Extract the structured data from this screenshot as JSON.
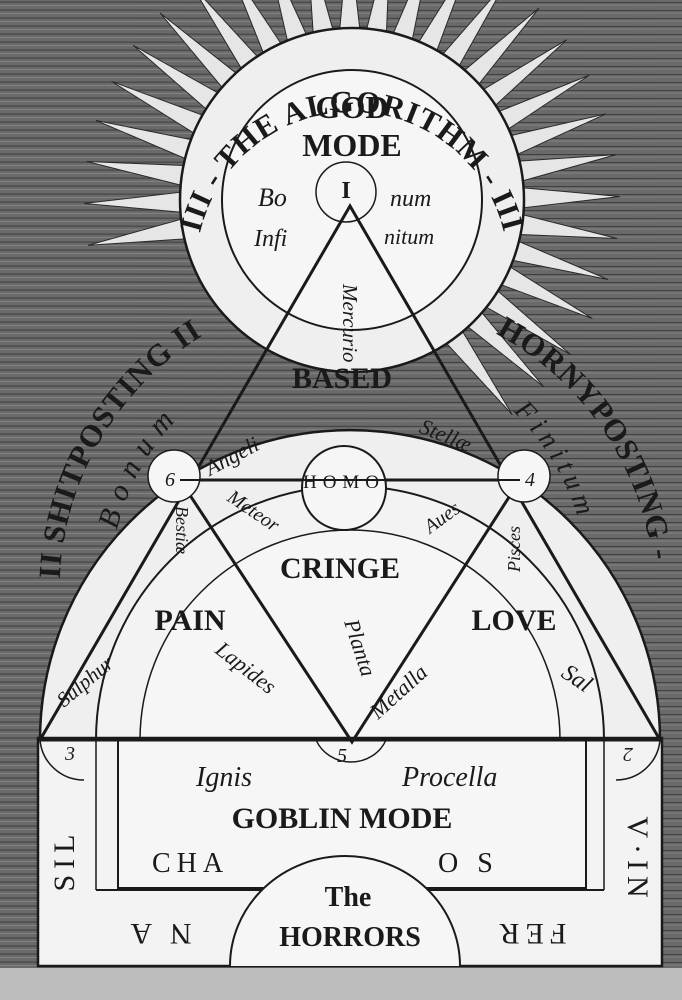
{
  "arcs": {
    "top": "III - THE ALGORITHM - III",
    "left": "II SHITPOSTING II",
    "right": "HORNYPOSTING -",
    "inner_left": "Bonum",
    "inner_right": "Finitum"
  },
  "top": {
    "line1": "GOD",
    "line2": "MODE",
    "bo": "Bo",
    "infi": "Infi",
    "num_text": "num",
    "nitium": "nitum",
    "numeral": "I"
  },
  "center": {
    "based": "BASED",
    "homo": "HOMO",
    "cringe": "CRINGE",
    "pain": "PAIN",
    "love": "LOVE"
  },
  "latin": {
    "mercurio": "Mercurio",
    "angeli": "Angeli",
    "stellae": "Stellæ",
    "meteor": "Meteor",
    "aues": "Aues",
    "bestiae": "Bestiæ",
    "pisces": "Pisces",
    "planta": "Planta",
    "lapides": "Lapides",
    "metalla": "Metalla",
    "sulphur": "Sulphur",
    "sal": "Sal"
  },
  "numbers": {
    "n6": "6",
    "n4": "4",
    "n3": "3",
    "n5": "5",
    "n2": "2"
  },
  "bottom": {
    "ignis": "Ignis",
    "procella": "Procella",
    "goblin": "GOBLIN MODE",
    "cha": "CHA",
    "os": "O S",
    "the": "The",
    "horrors": "HORRORS",
    "left_side": "SIL",
    "left_bottom": "N A",
    "right_side": "V·IN",
    "right_bottom": "FER"
  }
}
